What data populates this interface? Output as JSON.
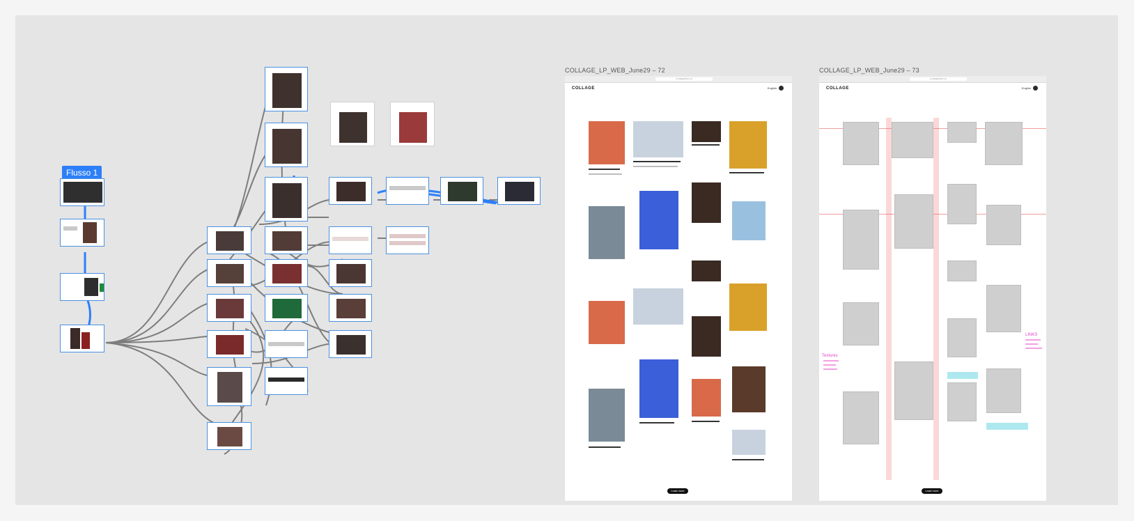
{
  "canvas": {
    "flow_label": "Flusso 1"
  },
  "frames": [
    {
      "title": "COLLAGE_LP_WEB_June29 – 72",
      "logo": "COLLAGE",
      "lang": "English",
      "url": "a.collagefiction.eu",
      "load_more": "Load more"
    },
    {
      "title": "COLLAGE_LP_WEB_June29 – 73",
      "logo": "COLLAGE",
      "lang": "English",
      "url": "a.collagefiction.eu",
      "load_more": "Load more",
      "annotation_typography": "Textures",
      "annotation_links": "LINKS"
    }
  ],
  "colors": {
    "canvas": "#e5e5e5",
    "selection": "#2d7ff9",
    "wire": "#6b6b6b",
    "annotation_pink": "#e044c8",
    "guide_red": "#f48f8f",
    "annotation_cyan": "#aee8ef"
  }
}
